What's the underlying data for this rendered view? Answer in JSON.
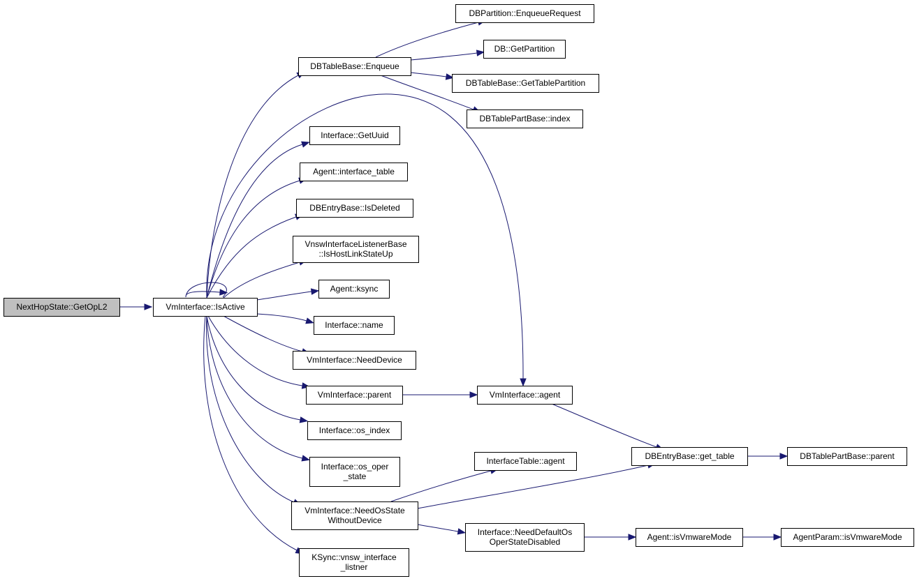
{
  "colors": {
    "edge": "#191970",
    "root_fill": "#bfbfbf",
    "node_fill": "#ffffff",
    "node_border": "#000000"
  },
  "nodes": [
    {
      "id": "n0",
      "lines": [
        "NextHopState::GetOpL2"
      ]
    },
    {
      "id": "n1",
      "lines": [
        "VmInterface::IsActive"
      ]
    },
    {
      "id": "n2",
      "lines": [
        "DBTableBase::Enqueue"
      ]
    },
    {
      "id": "n3",
      "lines": [
        "Interface::GetUuid"
      ]
    },
    {
      "id": "n4",
      "lines": [
        "Agent::interface_table"
      ]
    },
    {
      "id": "n5",
      "lines": [
        "DBEntryBase::IsDeleted"
      ]
    },
    {
      "id": "n6",
      "lines": [
        "VnswInterfaceListenerBase",
        "::IsHostLinkStateUp"
      ]
    },
    {
      "id": "n7",
      "lines": [
        "Agent::ksync"
      ]
    },
    {
      "id": "n8",
      "lines": [
        "Interface::name"
      ]
    },
    {
      "id": "n9",
      "lines": [
        "VmInterface::NeedDevice"
      ]
    },
    {
      "id": "n10",
      "lines": [
        "VmInterface::parent"
      ]
    },
    {
      "id": "n11",
      "lines": [
        "Interface::os_index"
      ]
    },
    {
      "id": "n12",
      "lines": [
        "Interface::os_oper",
        "_state"
      ]
    },
    {
      "id": "n13",
      "lines": [
        "VmInterface::NeedOsState",
        "WithoutDevice"
      ]
    },
    {
      "id": "n14",
      "lines": [
        "KSync::vnsw_interface",
        "_listner"
      ]
    },
    {
      "id": "n15",
      "lines": [
        "DBPartition::EnqueueRequest"
      ]
    },
    {
      "id": "n16",
      "lines": [
        "DB::GetPartition"
      ]
    },
    {
      "id": "n17",
      "lines": [
        "DBTableBase::GetTablePartition"
      ]
    },
    {
      "id": "n18",
      "lines": [
        "DBTablePartBase::index"
      ]
    },
    {
      "id": "n19",
      "lines": [
        "VmInterface::agent"
      ]
    },
    {
      "id": "n20",
      "lines": [
        "DBEntryBase::get_table"
      ]
    },
    {
      "id": "n21",
      "lines": [
        "DBTablePartBase::parent"
      ]
    },
    {
      "id": "n22",
      "lines": [
        "InterfaceTable::agent"
      ]
    },
    {
      "id": "n23",
      "lines": [
        "Interface::NeedDefaultOs",
        "OperStateDisabled"
      ]
    },
    {
      "id": "n24",
      "lines": [
        "Agent::isVmwareMode"
      ]
    },
    {
      "id": "n25",
      "lines": [
        "AgentParam::isVmwareMode"
      ]
    }
  ],
  "edges": [
    [
      "n0",
      "n1"
    ],
    [
      "n1",
      "n1"
    ],
    [
      "n1",
      "n2"
    ],
    [
      "n1",
      "n3"
    ],
    [
      "n1",
      "n4"
    ],
    [
      "n1",
      "n5"
    ],
    [
      "n1",
      "n6"
    ],
    [
      "n1",
      "n7"
    ],
    [
      "n1",
      "n8"
    ],
    [
      "n1",
      "n9"
    ],
    [
      "n1",
      "n10"
    ],
    [
      "n1",
      "n11"
    ],
    [
      "n1",
      "n12"
    ],
    [
      "n1",
      "n13"
    ],
    [
      "n1",
      "n14"
    ],
    [
      "n1",
      "n19"
    ],
    [
      "n2",
      "n15"
    ],
    [
      "n2",
      "n16"
    ],
    [
      "n2",
      "n17"
    ],
    [
      "n2",
      "n18"
    ],
    [
      "n10",
      "n19"
    ],
    [
      "n19",
      "n20"
    ],
    [
      "n20",
      "n21"
    ],
    [
      "n13",
      "n22"
    ],
    [
      "n13",
      "n20"
    ],
    [
      "n13",
      "n23"
    ],
    [
      "n23",
      "n24"
    ],
    [
      "n24",
      "n25"
    ]
  ]
}
